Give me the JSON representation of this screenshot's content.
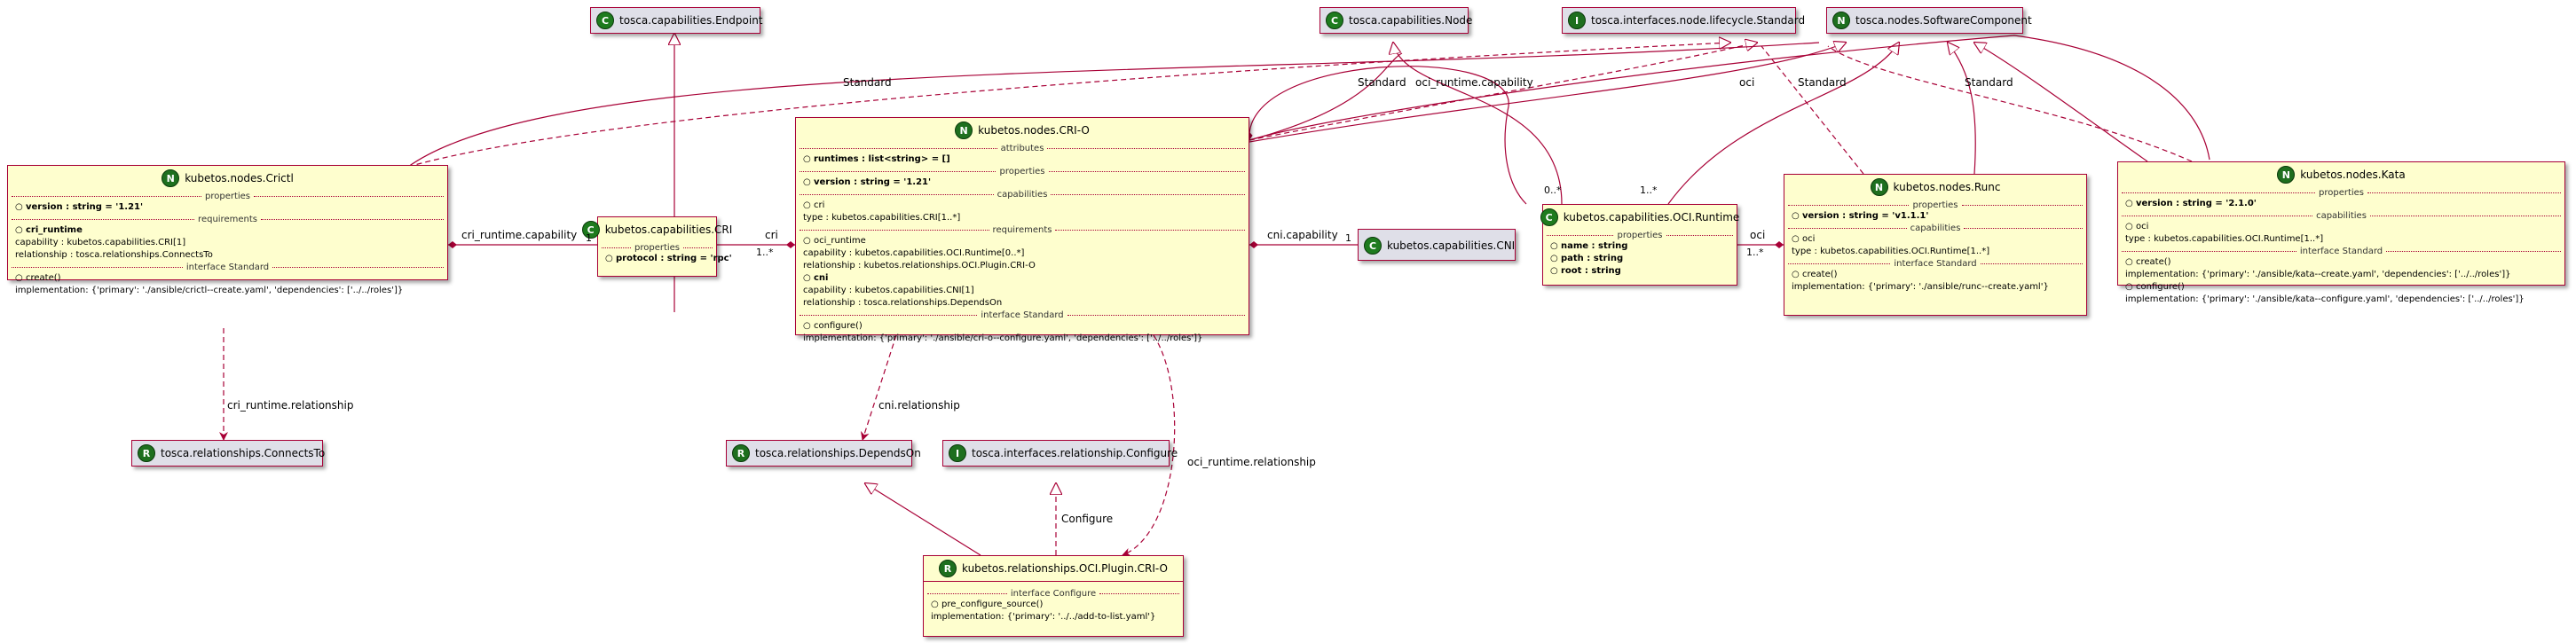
{
  "nodes": {
    "endpoint": {
      "kind": "C",
      "name": "tosca.capabilities.Endpoint"
    },
    "node": {
      "kind": "C",
      "name": "tosca.capabilities.Node"
    },
    "lifecycle": {
      "kind": "I",
      "name": "tosca.interfaces.node.lifecycle.Standard"
    },
    "software": {
      "kind": "N",
      "name": "tosca.nodes.SoftwareComponent"
    },
    "crictl": {
      "kind": "N",
      "name": "kubetos.nodes.Crictl",
      "properties_title": "properties",
      "version": "version : string = '1.21'",
      "requirements_title": "requirements",
      "req_name": "cri_runtime",
      "req_capability": "capability : kubetos.capabilities.CRI[1]",
      "req_relationship": "relationship : tosca.relationships.ConnectsTo",
      "interface_title": "interface Standard",
      "op_create": "create()",
      "op_impl": "implementation: {'primary': './ansible/crictl--create.yaml', 'dependencies': ['../../roles']}"
    },
    "cri": {
      "kind": "C",
      "name": "kubetos.capabilities.CRI",
      "properties_title": "properties",
      "protocol": "protocol : string = 'rpc'"
    },
    "crio": {
      "kind": "N",
      "name": "kubetos.nodes.CRI-O",
      "attributes_title": "attributes",
      "runtimes": "runtimes : list<string> = []",
      "properties_title": "properties",
      "version": "version : string = '1.21'",
      "capabilities_title": "capabilities",
      "cap_cri": "cri",
      "cap_cri_type": "type : kubetos.capabilities.CRI[1..*]",
      "requirements_title": "requirements",
      "req_oci": "oci_runtime",
      "req_oci_cap": "capability : kubetos.capabilities.OCI.Runtime[0..*]",
      "req_oci_rel": "relationship : kubetos.relationships.OCI.Plugin.CRI-O",
      "req_cni": "cni",
      "req_cni_cap": "capability : kubetos.capabilities.CNI[1]",
      "req_cni_rel": "relationship : tosca.relationships.DependsOn",
      "interface_title": "interface Standard",
      "op_configure": "configure()",
      "op_impl": "implementation: {'primary': './ansible/cri-o--configure.yaml', 'dependencies': ['../../roles']}"
    },
    "cni": {
      "kind": "C",
      "name": "kubetos.capabilities.CNI"
    },
    "ociruntime": {
      "kind": "C",
      "name": "kubetos.capabilities.OCI.Runtime",
      "properties_title": "properties",
      "p_name": "name : string",
      "p_path": "path : string",
      "p_root": "root : string"
    },
    "runc": {
      "kind": "N",
      "name": "kubetos.nodes.Runc",
      "properties_title": "properties",
      "version": "version : string = 'v1.1.1'",
      "capabilities_title": "capabilities",
      "cap_oci": "oci",
      "cap_oci_type": "type : kubetos.capabilities.OCI.Runtime[1..*]",
      "interface_title": "interface Standard",
      "op_create": "create()",
      "op_impl": "implementation: {'primary': './ansible/runc--create.yaml'}"
    },
    "kata": {
      "kind": "N",
      "name": "kubetos.nodes.Kata",
      "properties_title": "properties",
      "version": "version : string = '2.1.0'",
      "capabilities_title": "capabilities",
      "cap_oci": "oci",
      "cap_oci_type": "type : kubetos.capabilities.OCI.Runtime[1..*]",
      "interface_title": "interface Standard",
      "op_create": "create()",
      "op_create_impl": "implementation: {'primary': './ansible/kata--create.yaml', 'dependencies': ['../../roles']}",
      "op_configure": "configure()",
      "op_configure_impl": "implementation: {'primary': './ansible/kata--configure.yaml', 'dependencies': ['../../roles']}"
    },
    "connectsto": {
      "kind": "R",
      "name": "tosca.relationships.ConnectsTo"
    },
    "dependson": {
      "kind": "R",
      "name": "tosca.relationships.DependsOn"
    },
    "relconfigure": {
      "kind": "I",
      "name": "tosca.interfaces.relationship.Configure"
    },
    "ociplugin": {
      "kind": "R",
      "name": "kubetos.relationships.OCI.Plugin.CRI-O",
      "interface_title": "interface Configure",
      "op": "pre_configure_source()",
      "op_impl": "implementation: {'primary': '../../add-to-list.yaml'}"
    }
  },
  "edge_labels": {
    "crictl_cri": "cri_runtime.capability",
    "crictl_cri_mult": "1",
    "crio_cri": "cri",
    "crio_cri_mult": "1..*",
    "crio_cni": "cni.capability",
    "crio_cni_mult": "1",
    "runc_oci": "oci",
    "runc_oci_mult": "1..*",
    "crio_oci_mult_a": "0..*",
    "crio_oci_mult_b": "1..*",
    "oci_runtime_capability": "oci_runtime.capability",
    "crictl_standard": "Standard",
    "crio_standard": "Standard",
    "runc_standard": "Standard",
    "kata_standard": "Standard",
    "kata_oci": "oci",
    "cri_runtime_relationship": "cri_runtime.relationship",
    "cni_relationship": "cni.relationship",
    "oci_runtime_relationship": "oci_runtime.relationship",
    "configure": "Configure"
  },
  "colors": {
    "class_bg": "#FEFECE",
    "border": "#A80036",
    "stereo_circle": "#1E6F1E",
    "abstract_bg": "#DFDFE8"
  }
}
